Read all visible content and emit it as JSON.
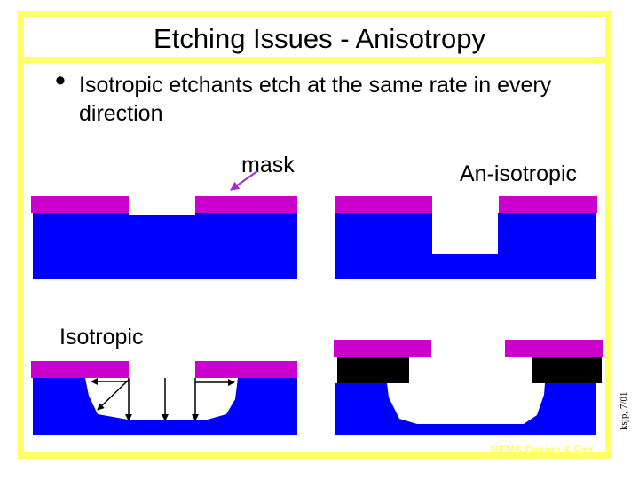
{
  "title": "Etching Issues - Anisotropy",
  "bullet": "Isotropic etchants etch at the same rate in every direction",
  "labels": {
    "mask": "mask",
    "anisotropic": "An-isotropic",
    "isotropic": "Isotropic"
  },
  "footer": "MEMS Design & Fab",
  "side_note": "ksjp, 7/01",
  "colors": {
    "substrate": "#0000ff",
    "mask": "#cc00cc",
    "black_layer": "#000000",
    "frame": "#ffff66",
    "arrow_mask": "#9933cc"
  }
}
